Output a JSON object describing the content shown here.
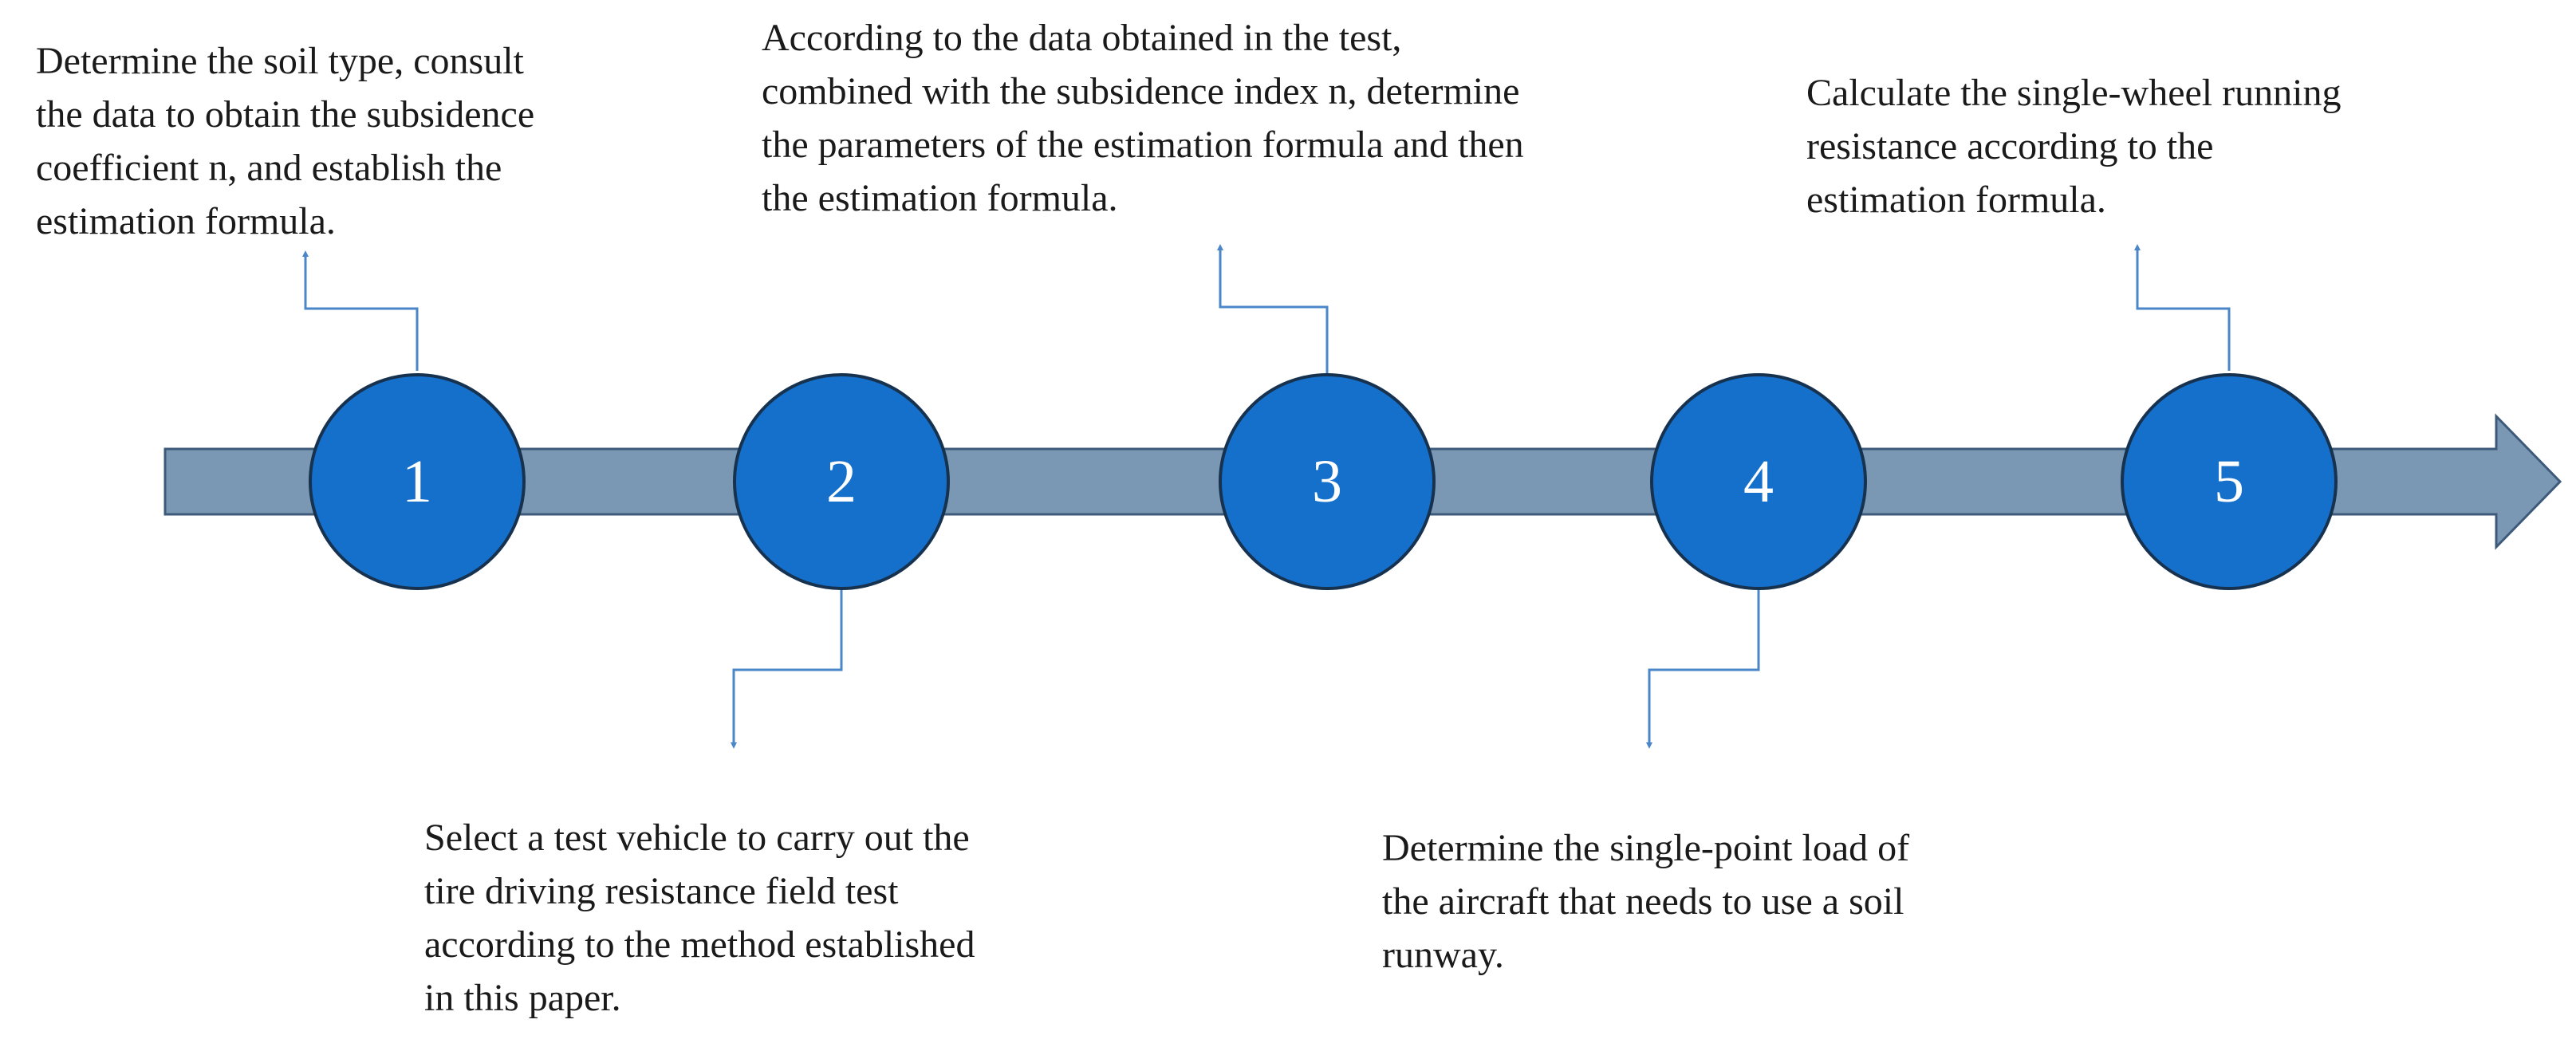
{
  "colors": {
    "arrow_fill": "#7a98b4",
    "arrow_stroke": "#3d5a7a",
    "circle_fill": "#1570cc",
    "circle_stroke": "#16324f",
    "connector": "#4a86c8",
    "text": "#1a1a1a"
  },
  "steps": [
    {
      "number": "1",
      "lines": [
        "Determine the soil type, consult",
        "the data to obtain the subsidence",
        "coefficient n, and establish the",
        "estimation formula."
      ]
    },
    {
      "number": "2",
      "lines": [
        "Select a test vehicle to carry out the",
        "tire driving resistance field test",
        "according to the method established",
        "in this paper."
      ]
    },
    {
      "number": "3",
      "lines": [
        "According to the data obtained in the test,",
        "combined with the subsidence index n, determine",
        "the parameters of the estimation formula and then",
        "the estimation formula."
      ]
    },
    {
      "number": "4",
      "lines": [
        "Determine the single-point load of",
        "the aircraft that needs to use a soil",
        "runway."
      ]
    },
    {
      "number": "5",
      "lines": [
        "Calculate the single-wheel running",
        "resistance according to the",
        "estimation formula."
      ]
    }
  ]
}
